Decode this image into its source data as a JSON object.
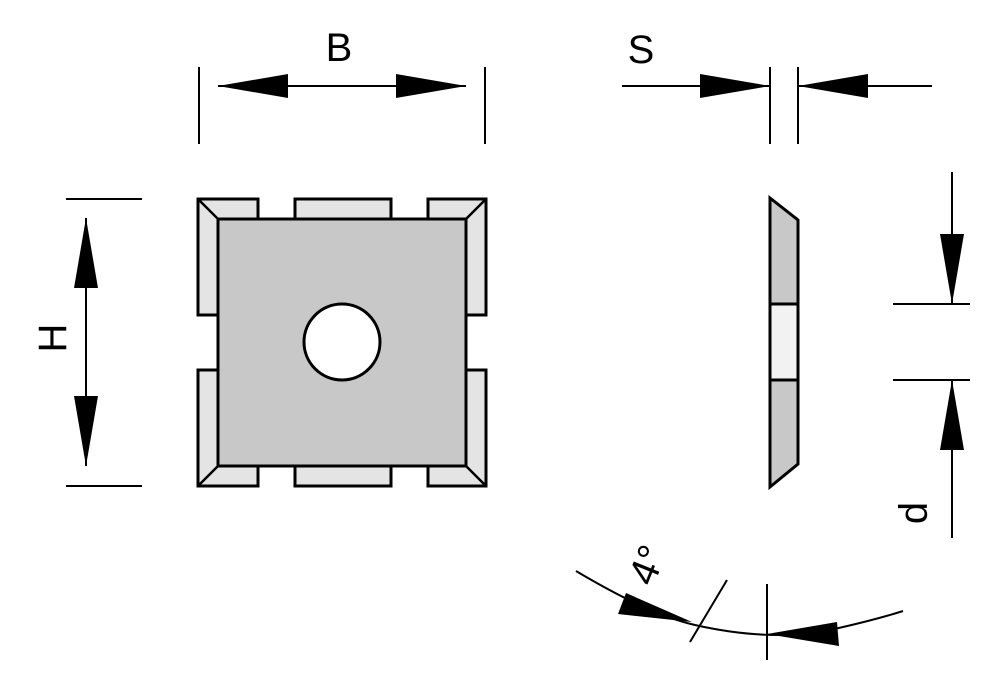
{
  "diagram": {
    "colors": {
      "line": "#000000",
      "insert_face": "#c8c8c8",
      "chamfer": "#e4e4e4",
      "hole": "#ffffff",
      "side_center": "#f2f2f2"
    },
    "labels": {
      "width": "B",
      "height": "H",
      "thickness": "S",
      "hole_diameter": "d",
      "angle": "4°"
    }
  }
}
